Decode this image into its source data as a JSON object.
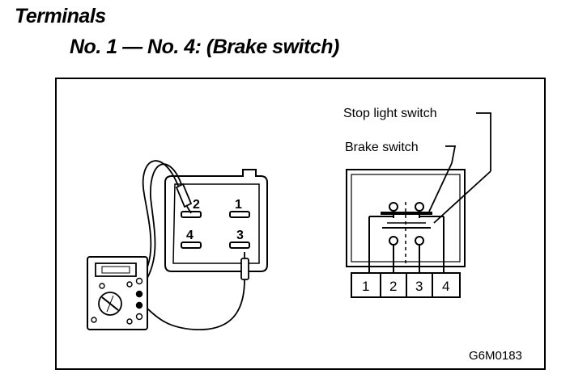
{
  "heading": {
    "title": "Terminals",
    "subtitle": "No. 1 — No. 4: (Brake switch)"
  },
  "connector": {
    "pins": [
      "2",
      "1",
      "4",
      "3"
    ]
  },
  "switch_diagram": {
    "stop_light_label": "Stop light switch",
    "brake_label": "Brake switch",
    "terminal_cells": [
      "1",
      "2",
      "3",
      "4"
    ]
  },
  "figure_code": "G6M0183"
}
